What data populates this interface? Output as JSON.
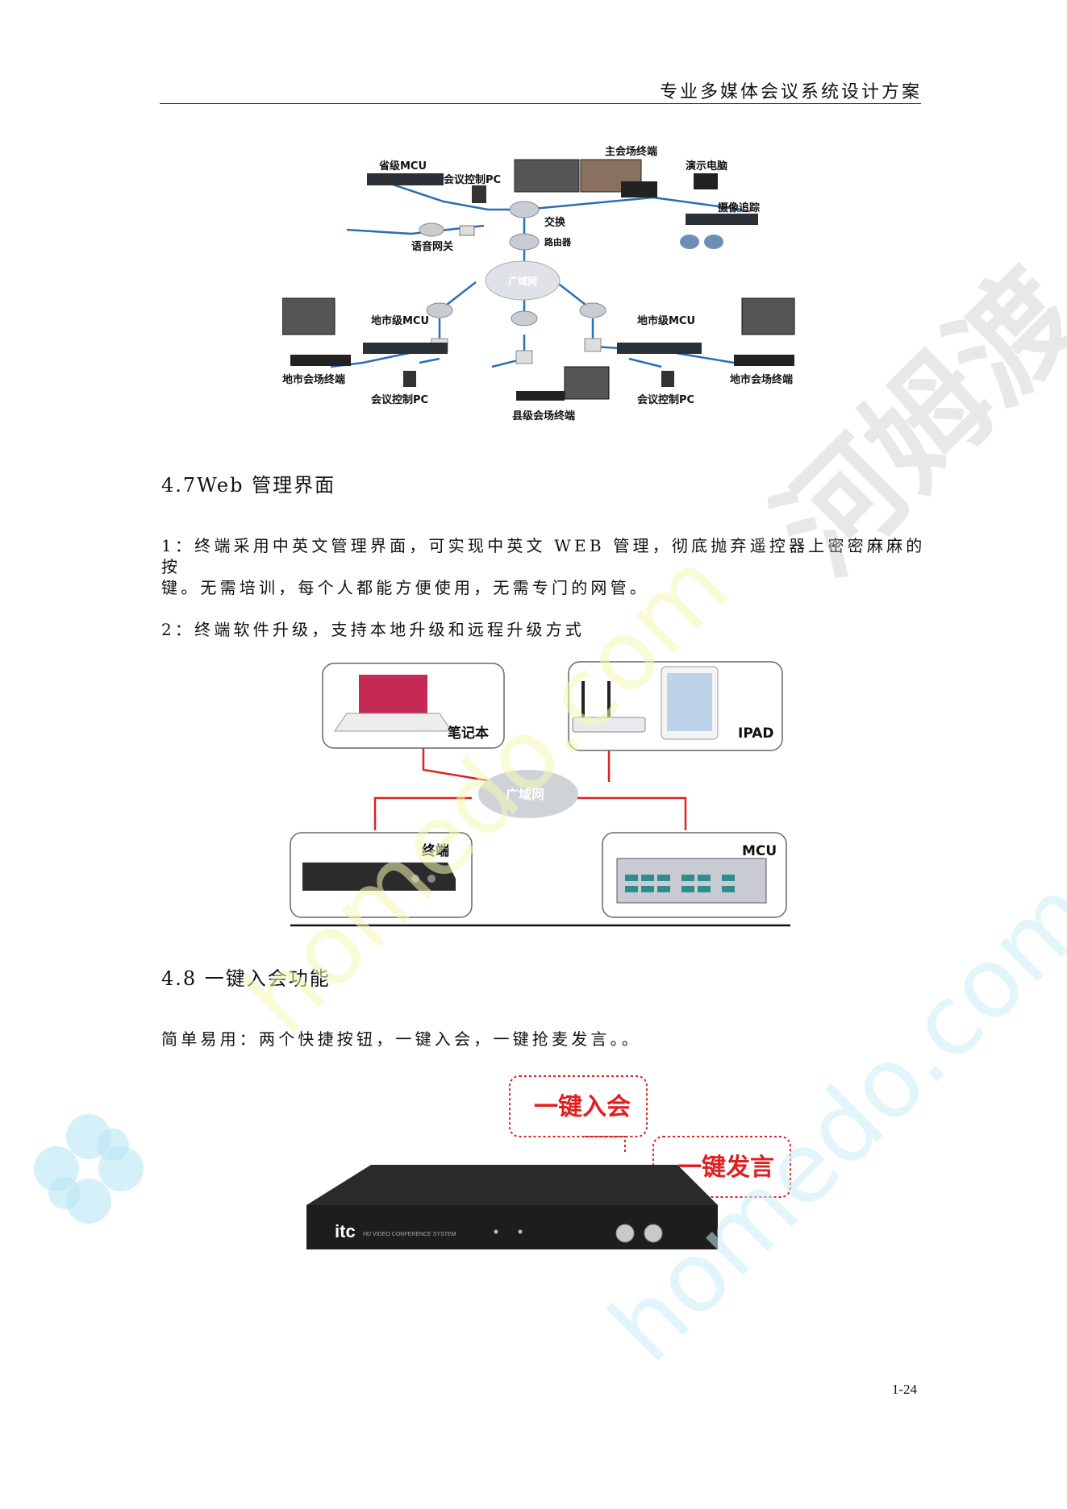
{
  "header": {
    "title": "专业多媒体会议系统设计方案"
  },
  "diagram1": {
    "labels": {
      "prov_mcu": "省级MCU",
      "ctrl_pc_top": "会议控制PC",
      "main_terminal": "主会场终端",
      "demo_pc": "演示电脑",
      "camera_track": "摄像追踪",
      "switch": "交换",
      "router": "路由器",
      "voice_gw": "语音网关",
      "wan": "广域网",
      "city_mcu_left": "地市级MCU",
      "city_mcu_right": "地市级MCU",
      "city_terminal_left": "地市会场终端",
      "city_terminal_right": "地市会场终端",
      "ctrl_pc_left": "会议控制PC",
      "ctrl_pc_right": "会议控制PC",
      "county_terminal": "县级会场终端"
    }
  },
  "section_47": {
    "heading": "4.7Web 管理界面",
    "para1_line1": "1：终端采用中英文管理界面，可实现中英文 WEB 管理，彻底抛弃遥控器上密密麻麻的按",
    "para1_line2": "键。无需培训，每个人都能方便使用，无需专门的网管。",
    "para2": "2：终端软件升级，支持本地升级和远程升级方式"
  },
  "diagram2": {
    "laptop": "笔记本",
    "ipad": "IPAD",
    "wan": "广域网",
    "terminal": "终端",
    "mcu": "MCU"
  },
  "section_48": {
    "heading": "4.8 一键入会功能",
    "para": "简单易用：两个快捷按钮，一键入会，一键抢麦发言。。"
  },
  "device": {
    "callout_join": "一键入会",
    "callout_speak": "一键发言",
    "brand": "itc",
    "subtitle": "HD VIDEO CONFERENCE SYSTEM"
  },
  "watermark": {
    "cn": "河姆渡",
    "en": "homedo.com"
  },
  "page_number": "1-24",
  "colors": {
    "red": "#e02020",
    "link_blue": "#2a6fb4",
    "device": "#2a2a2a"
  }
}
